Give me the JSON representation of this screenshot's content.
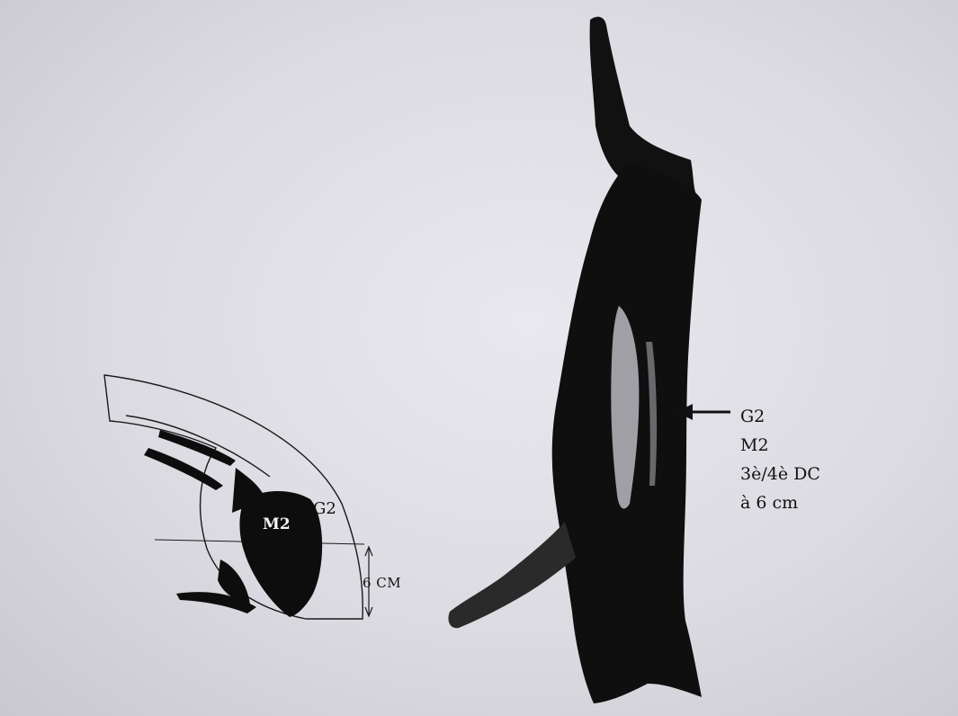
{
  "cross_section": {
    "muscle_label": "M2",
    "fat_label": "G2",
    "depth_label": "6 CM"
  },
  "carcass": {
    "legend": [
      "G2",
      "M2",
      "3è/4è DC",
      "à 6 cm"
    ]
  }
}
